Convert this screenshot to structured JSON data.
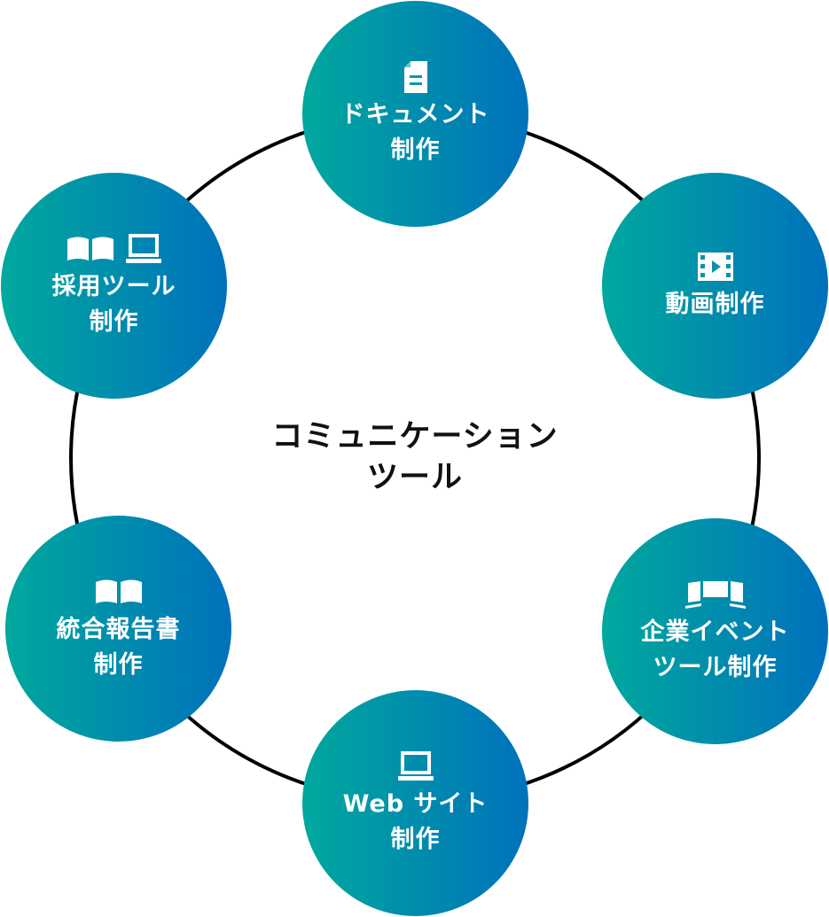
{
  "center": {
    "line1": "コミュニケーション",
    "line2": "ツール"
  },
  "nodes": [
    {
      "line1": "ドキュメント",
      "line2": "制作",
      "icons": [
        "document-icon"
      ]
    },
    {
      "line1": "動画制作",
      "line2": "",
      "icons": [
        "film-icon"
      ]
    },
    {
      "line1": "企業イベント",
      "line2": "ツール制作",
      "icons": [
        "event-panels-icon"
      ]
    },
    {
      "line1": "Web サイト",
      "line2": "制作",
      "icons": [
        "laptop-icon"
      ]
    },
    {
      "line1": "統合報告書",
      "line2": "制作",
      "icons": [
        "open-book-icon"
      ]
    },
    {
      "line1": "採用ツール",
      "line2": "制作",
      "icons": [
        "open-book-icon",
        "laptop-icon"
      ]
    }
  ],
  "colors": {
    "gradient_start": "#00a99d",
    "gradient_end": "#0071bc",
    "ring": "#000000"
  }
}
